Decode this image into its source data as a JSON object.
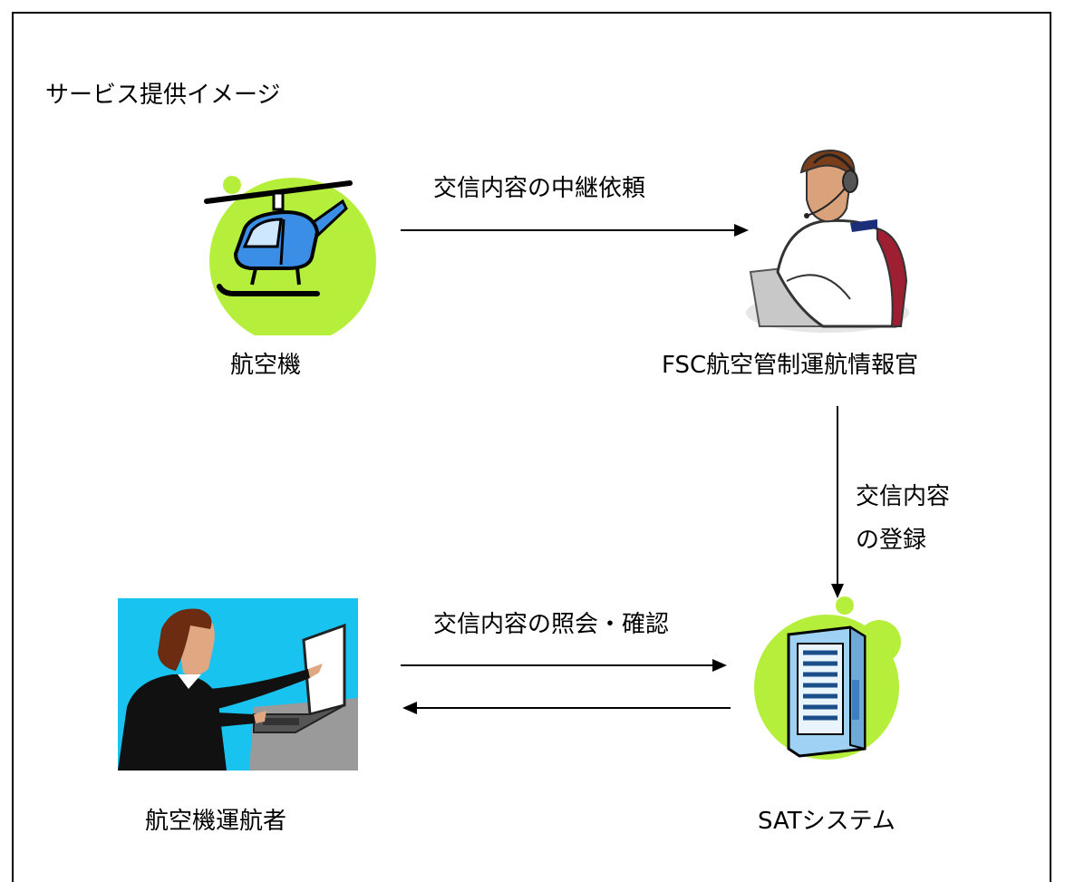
{
  "title": "サービス提供イメージ",
  "nodes": {
    "aircraft": {
      "label": "航空機",
      "icon": "helicopter-icon"
    },
    "fsc_officer": {
      "label": "FSC航空管制運航情報官",
      "icon": "controller-headset-icon"
    },
    "sat_system": {
      "label": "SATシステム",
      "icon": "server-rack-icon"
    },
    "operator": {
      "label": "航空機運航者",
      "icon": "laptop-user-icon"
    }
  },
  "edges": {
    "relay_request": {
      "label": "交信内容の中継依頼",
      "from": "aircraft",
      "to": "fsc_officer"
    },
    "registration": {
      "label_line1": "交信内容",
      "label_line2": "の登録",
      "from": "fsc_officer",
      "to": "sat_system"
    },
    "inquiry": {
      "label": "交信内容の照会・確認",
      "from": "operator",
      "to": "sat_system"
    },
    "response": {
      "label": "",
      "from": "sat_system",
      "to": "operator"
    }
  },
  "colors": {
    "accent_green": "#b5ef3c",
    "helicopter_blue": "#3a8ee6",
    "operator_bg": "#19c3ef",
    "arrow": "#000000"
  }
}
